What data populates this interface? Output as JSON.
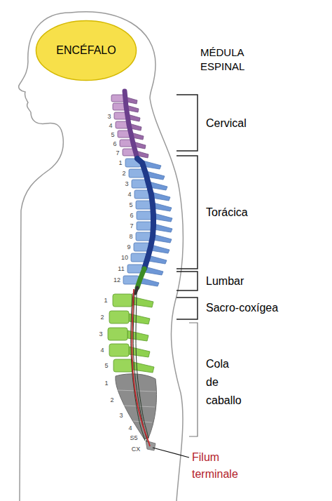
{
  "diagram": {
    "nodes": [
      {
        "text": [
          "ENCÉFALO"
        ]
      }
    ],
    "labels": [
      "MÉDULA ESPINAL",
      "Cervical",
      "Torácica",
      "Lumbar",
      "Sacro-coxígea",
      "Cola de caballo",
      "Filum terminale",
      "3",
      "4",
      "5",
      "6",
      "7",
      "1",
      "2",
      "3",
      "4",
      "5",
      "6",
      "7",
      "8",
      "9",
      "10",
      "11",
      "12",
      "1",
      "2",
      "3",
      "4",
      "5",
      "1",
      "2",
      "3",
      "4",
      "S5",
      "CX"
    ]
  }
}
